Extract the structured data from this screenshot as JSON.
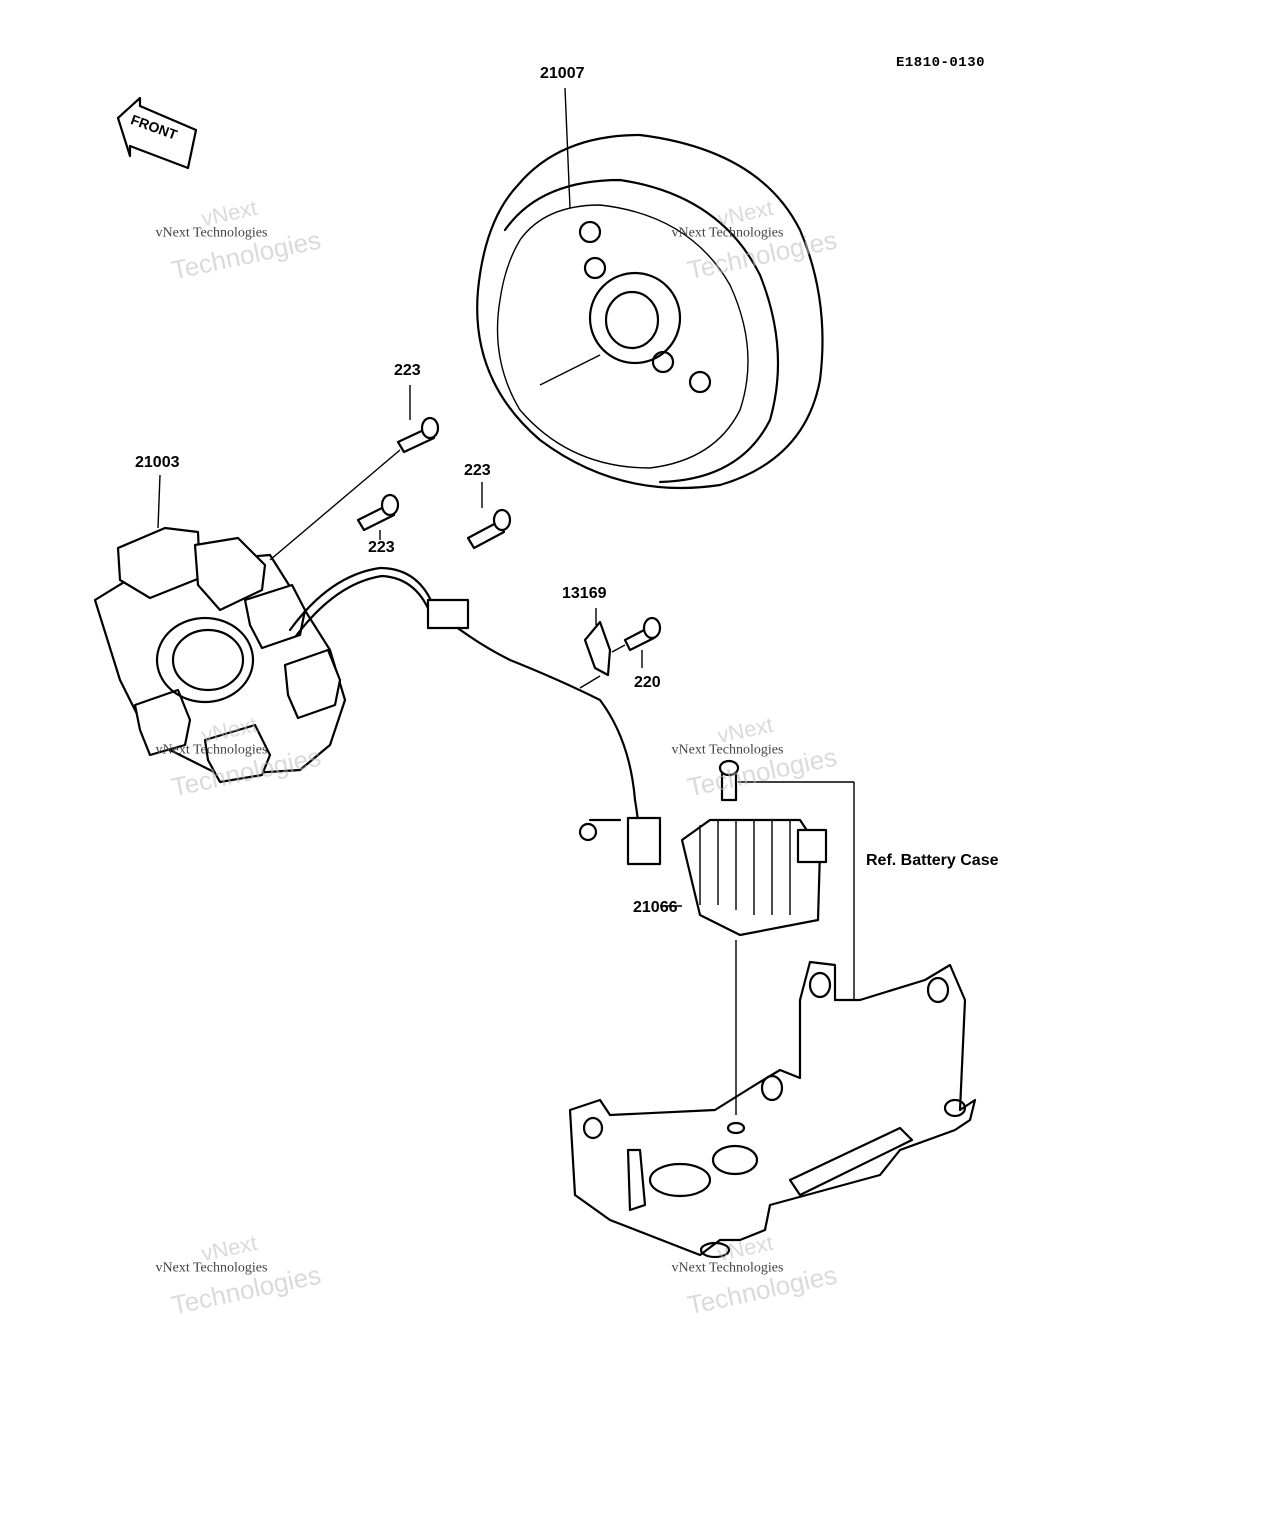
{
  "diagram": {
    "code": "E1810-0130",
    "front_arrow_label": "FRONT",
    "parts": {
      "flywheel": "21007",
      "stator": "21003",
      "bolt_top": "223",
      "bolt_mid_left": "223",
      "bolt_mid_right": "223",
      "clamp": "13169",
      "clamp_bolt": "220",
      "regulator": "21066"
    },
    "reference_note": "Ref. Battery Case",
    "watermark": {
      "line1": "vNext",
      "line2": "vNext Technologies",
      "line3": "Technologies"
    }
  }
}
